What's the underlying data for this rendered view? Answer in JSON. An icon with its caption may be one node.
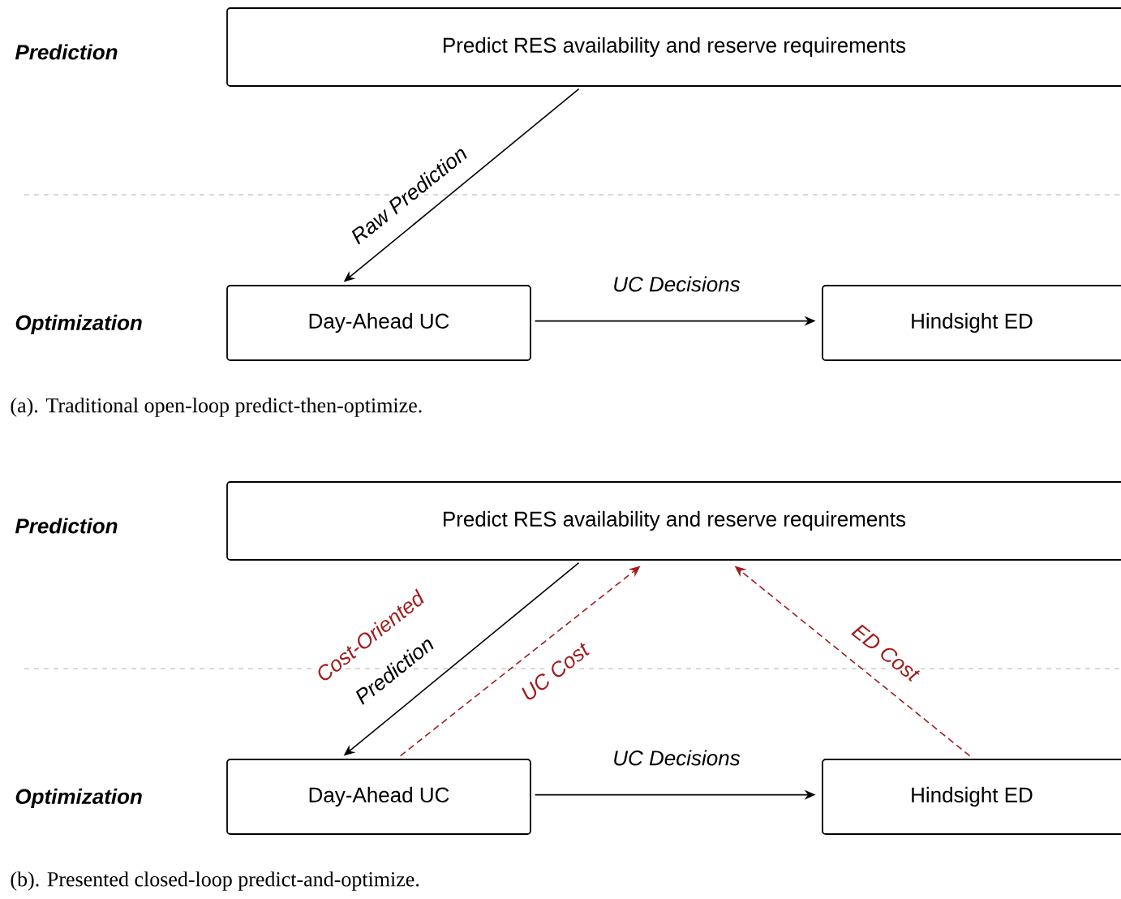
{
  "diagram": {
    "nodes": [
      {
        "text": [
          "Predict RES availability and reserve requirements"
        ]
      },
      {
        "text": [
          "Day-Ahead UC"
        ]
      },
      {
        "text": [
          "Hindsight ED"
        ]
      },
      {
        "text": [
          "Predict RES availability and reserve requirements"
        ]
      },
      {
        "text": [
          "Day-Ahead UC"
        ]
      },
      {
        "text": [
          "Hindsight ED"
        ]
      }
    ],
    "edges": [
      {
        "from": 0,
        "to": 1,
        "arrow": "to",
        "label": "Raw Prediction"
      },
      {
        "from": 1,
        "to": 2,
        "arrow": "to",
        "label": "UC Decisions"
      },
      {
        "from": 3,
        "to": 4,
        "arrow": "to",
        "label": "Prediction"
      },
      {
        "from": 4,
        "to": 3,
        "arrow": "to",
        "label": "UC Cost",
        "style": "dashed",
        "color": "#a01c1c"
      },
      {
        "from": 5,
        "to": 3,
        "arrow": "to",
        "label": "ED Cost",
        "style": "dashed",
        "color": "#a01c1c"
      },
      {
        "from": 4,
        "to": 5,
        "arrow": "to",
        "label": "UC Decisions"
      }
    ],
    "labels": [
      "Prediction",
      "Optimization",
      "(a). Traditional open-loop predict-then-optimize.",
      "Prediction",
      "Cost-Oriented",
      "Optimization",
      "(b). Presented closed-loop predict-and-optimize."
    ]
  }
}
